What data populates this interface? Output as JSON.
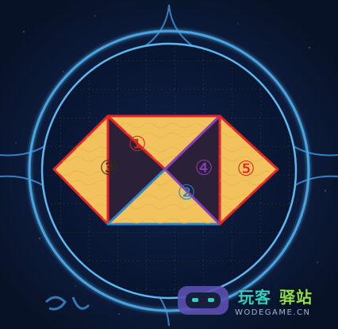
{
  "puzzle": {
    "pieces": [
      {
        "id": "piece-1",
        "label": "①",
        "shape": "triangle",
        "label_color": "#d9231f",
        "outline": "#e0242a",
        "fill": "dark"
      },
      {
        "id": "piece-2",
        "label": "②",
        "shape": "triangle",
        "label_color": "#2b7ec8",
        "outline": "#2e84cc",
        "fill": "yellow"
      },
      {
        "id": "piece-3",
        "label": "③",
        "shape": "triangle",
        "label_color": "#3a2a10",
        "outline": "#e0242a",
        "fill": "yellow"
      },
      {
        "id": "piece-4",
        "label": "④",
        "shape": "triangle",
        "label_color": "#8a3fb8",
        "outline": "#8a3fb8",
        "fill": "dark"
      },
      {
        "id": "piece-5",
        "label": "⑤",
        "shape": "triangle",
        "label_color": "#d9231f",
        "outline": "#e0242a",
        "fill": "yellow"
      }
    ]
  },
  "colors": {
    "background": "#0b1630",
    "board": "#0a1836",
    "ring": "#4aa3e0",
    "yellow_fill": "#f2c25c",
    "dark_fill": "#2a2138"
  },
  "watermark": {
    "brand_left": "玩客",
    "brand_right": "驿站",
    "domain": "WODEGAME.CN",
    "icon": "robot-face-icon"
  }
}
